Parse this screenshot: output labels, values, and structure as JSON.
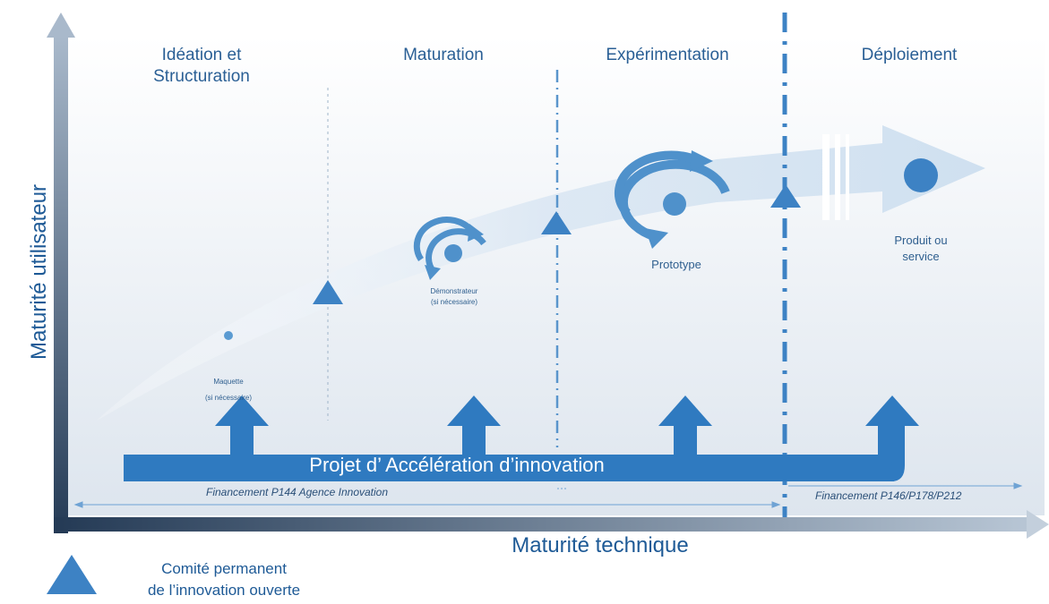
{
  "phases": [
    {
      "id": "ideation",
      "line1": "Idéation et",
      "line2": "Structuration"
    },
    {
      "id": "maturation",
      "line1": "Maturation",
      "line2": ""
    },
    {
      "id": "experimentation",
      "line1": "Expérimentation",
      "line2": ""
    },
    {
      "id": "deploiement",
      "line1": "Déploiement",
      "line2": ""
    }
  ],
  "axes": {
    "y_label": "Maturité utilisateur",
    "x_label": "Maturité technique"
  },
  "stages": {
    "maquette": {
      "line1": "Maquette",
      "line2": "(si nécessaire)"
    },
    "demonstrateur": {
      "line1": "Démonstrateur",
      "line2": "(si nécessaire)"
    },
    "prototype": {
      "line1": "Prototype"
    },
    "produit": {
      "line1": "Produit ou",
      "line2": "service"
    }
  },
  "project_label": "Projet d’ Accélération d’innovation",
  "funding": {
    "left": "Financement P144 Agence Innovation",
    "right": "Financement P146/P178/P212"
  },
  "legend": {
    "icon": "triangle-icon",
    "line1": "Comité permanent",
    "line2": "de l’innovation ouverte"
  },
  "colors": {
    "primary": "#3d82c4",
    "dark_axis": "#1f3550",
    "text": "#1e5a96",
    "flow_light": "#e3edf7"
  }
}
